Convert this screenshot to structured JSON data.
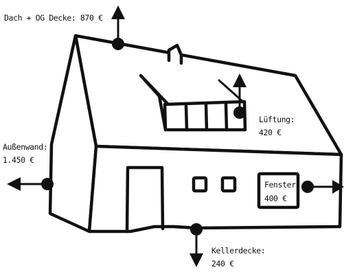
{
  "labels": {
    "roof": "Dach + OG Decke: 870 €",
    "ventilation_line1": "Lüftung:",
    "ventilation_line2": "420 €",
    "wall_line1": "Außenwand:",
    "wall_line2": "1.450 €",
    "window_line1": "Fenster:",
    "window_line2": "400 €",
    "basement_line1": "Kellerdecke:",
    "basement_line2": "240 €"
  },
  "colors": {
    "ink": "#111111",
    "background": "#ffffff"
  },
  "icons": {
    "arrow": "filled-triangle-arrow",
    "marker": "filled-circle-dot"
  }
}
